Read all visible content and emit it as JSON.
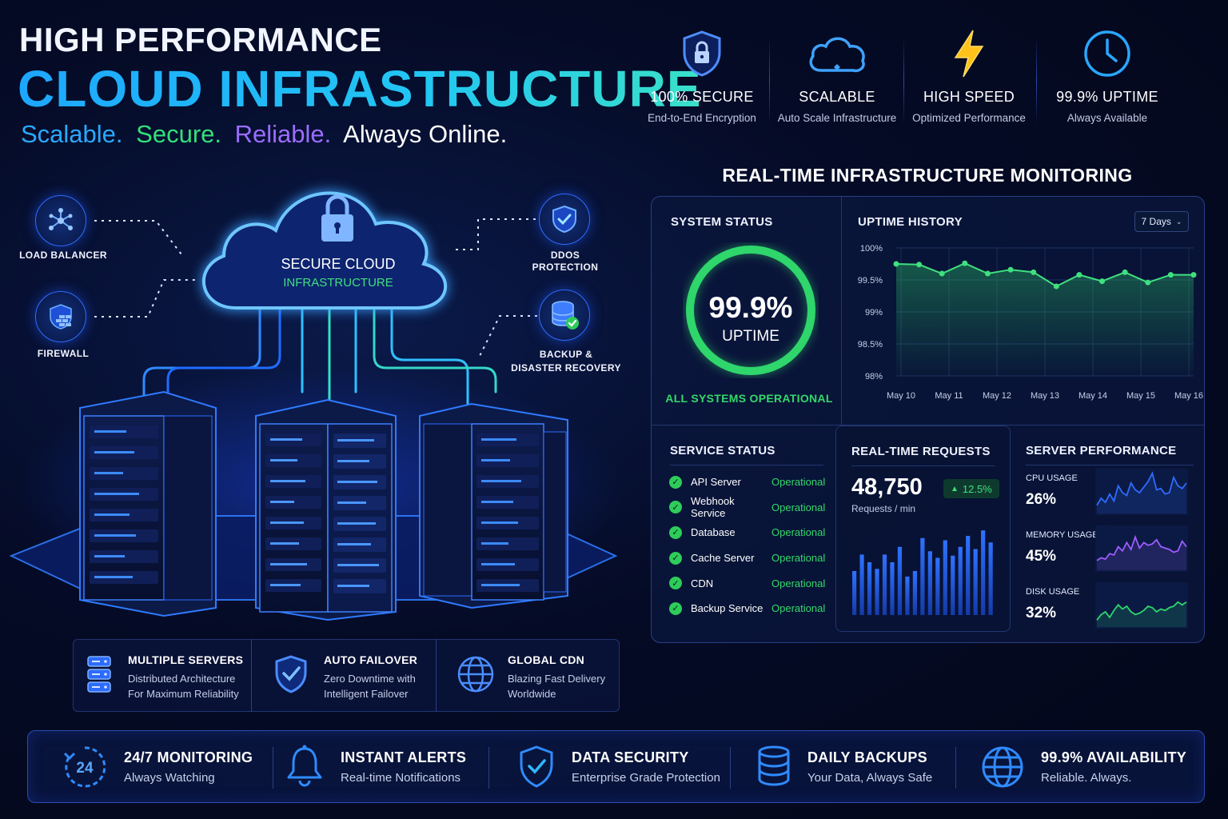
{
  "hero": {
    "line1": "HIGH PERFORMANCE",
    "line2": "CLOUD INFRASTRUCTURE",
    "tagline": [
      {
        "text": "Scalable.",
        "color": "#2aa9ff"
      },
      {
        "text": "Secure.",
        "color": "#33e07a"
      },
      {
        "text": "Reliable.",
        "color": "#9b6dff"
      },
      {
        "text": "Always Online.",
        "color": "#ffffff"
      }
    ]
  },
  "features": [
    {
      "icon": "shield-lock-icon",
      "title": "100% SECURE",
      "sub": "End-to-End Encryption"
    },
    {
      "icon": "cloud-icon",
      "title": "SCALABLE",
      "sub": "Auto Scale Infrastructure"
    },
    {
      "icon": "lightning-icon",
      "title": "HIGH SPEED",
      "sub": "Optimized Performance"
    },
    {
      "icon": "clock-icon",
      "title": "99.9% UPTIME",
      "sub": "Always Available"
    }
  ],
  "diagram": {
    "cloud_title": "SECURE CLOUD",
    "cloud_sub": "INFRASTRUCTURE",
    "load_balancer": "LOAD BALANCER",
    "firewall": "FIREWALL",
    "ddos_line1": "DDOS",
    "ddos_line2": "PROTECTION",
    "backup_line1": "BACKUP &",
    "backup_line2": "DISASTER RECOVERY"
  },
  "mini_features": [
    {
      "icon": "servers-icon",
      "title": "MULTIPLE SERVERS",
      "sub1": "Distributed Architecture",
      "sub2": "For Maximum Reliability"
    },
    {
      "icon": "shield-check-icon",
      "title": "AUTO FAILOVER",
      "sub1": "Zero Downtime with",
      "sub2": "Intelligent Failover"
    },
    {
      "icon": "globe-icon",
      "title": "GLOBAL CDN",
      "sub1": "Blazing Fast Delivery",
      "sub2": "Worldwide"
    }
  ],
  "monitor": {
    "title": "REAL-TIME INFRASTRUCTURE MONITORING",
    "system_status": {
      "heading": "SYSTEM STATUS",
      "value": "99.9%",
      "label": "UPTIME",
      "uptime_fraction": 0.999,
      "footer": "ALL SYSTEMS OPERATIONAL"
    },
    "uptime_history": {
      "heading": "UPTIME HISTORY",
      "range_select": "7 Days",
      "chart_data": {
        "type": "area",
        "y_ticks": [
          "100%",
          "99.5%",
          "99%",
          "98.5%",
          "98%"
        ],
        "x_ticks": [
          "May 10",
          "May 11",
          "May 12",
          "May 13",
          "May 14",
          "May 15",
          "May 16"
        ],
        "ylim": [
          98,
          100
        ],
        "values": [
          99.75,
          99.74,
          99.6,
          99.76,
          99.6,
          99.66,
          99.62,
          99.4,
          99.58,
          99.48,
          99.62,
          99.46,
          99.58,
          99.58
        ]
      }
    },
    "service_status": {
      "heading": "SERVICE STATUS",
      "items": [
        {
          "name": "API Server",
          "status": "Operational"
        },
        {
          "name": "Webhook Service",
          "status": "Operational"
        },
        {
          "name": "Database",
          "status": "Operational"
        },
        {
          "name": "Cache Server",
          "status": "Operational"
        },
        {
          "name": "CDN",
          "status": "Operational"
        },
        {
          "name": "Backup Service",
          "status": "Operational"
        }
      ]
    },
    "requests": {
      "heading": "REAL-TIME REQUESTS",
      "value": "48,750",
      "unit": "Requests / min",
      "change": "12.5%",
      "chart_data": {
        "type": "bar",
        "values": [
          40,
          55,
          48,
          42,
          55,
          48,
          62,
          35,
          40,
          70,
          58,
          52,
          68,
          54,
          62,
          72,
          60,
          77,
          66
        ]
      }
    },
    "server_performance": {
      "heading": "SERVER PERFORMANCE",
      "metrics": [
        {
          "label": "CPU USAGE",
          "value": "26%",
          "color": "#2f6bff",
          "spark": [
            12,
            22,
            16,
            28,
            18,
            40,
            30,
            26,
            44,
            34,
            30,
            38,
            46,
            58,
            34,
            36,
            28,
            30,
            52,
            40,
            36,
            44
          ]
        },
        {
          "label": "MEMORY USAGE",
          "value": "45%",
          "color": "#9d5cff",
          "spark": [
            14,
            18,
            16,
            24,
            22,
            34,
            28,
            40,
            30,
            48,
            32,
            40,
            36,
            38,
            44,
            34,
            32,
            30,
            26,
            28,
            42,
            34
          ]
        },
        {
          "label": "DISK USAGE",
          "value": "32%",
          "color": "#2ed66b",
          "spark": [
            10,
            18,
            22,
            14,
            24,
            32,
            26,
            30,
            22,
            18,
            20,
            24,
            30,
            28,
            22,
            26,
            24,
            28,
            30,
            36,
            32,
            36
          ]
        }
      ]
    }
  },
  "bottom_bar": [
    {
      "icon": "monitoring-24-icon",
      "icon_text": "24",
      "title": "24/7 MONITORING",
      "sub": "Always Watching"
    },
    {
      "icon": "bell-icon",
      "title": "INSTANT ALERTS",
      "sub": "Real-time Notifications"
    },
    {
      "icon": "shield-check-icon",
      "title": "DATA SECURITY",
      "sub": "Enterprise Grade Protection"
    },
    {
      "icon": "database-icon",
      "title": "DAILY BACKUPS",
      "sub": "Your Data, Always Safe"
    },
    {
      "icon": "globe-icon",
      "title": "99.9% AVAILABILITY",
      "sub": "Reliable. Always."
    }
  ]
}
